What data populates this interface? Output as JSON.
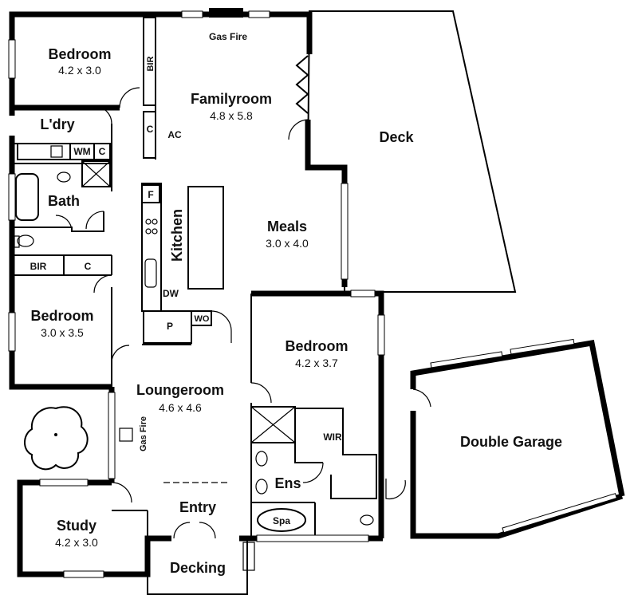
{
  "rooms": {
    "bedroom1": {
      "name": "Bedroom",
      "dims": "4.2 x 3.0"
    },
    "familyroom": {
      "name": "Familyroom",
      "dims": "4.8 x 5.8"
    },
    "laundry": {
      "name": "L'dry"
    },
    "bath": {
      "name": "Bath"
    },
    "kitchen": {
      "name": "Kitchen"
    },
    "meals": {
      "name": "Meals",
      "dims": "3.0 x 4.0"
    },
    "deck": {
      "name": "Deck"
    },
    "bedroom2": {
      "name": "Bedroom",
      "dims": "3.0 x 3.5"
    },
    "bedroom3": {
      "name": "Bedroom",
      "dims": "4.2 x 3.7"
    },
    "loungeroom": {
      "name": "Loungeroom",
      "dims": "4.6 x 4.6"
    },
    "double_garage": {
      "name": "Double Garage"
    },
    "study": {
      "name": "Study",
      "dims": "4.2 x 3.0"
    },
    "entry": {
      "name": "Entry"
    },
    "ensuite": {
      "name": "Ens"
    },
    "decking": {
      "name": "Decking"
    }
  },
  "fixtures": {
    "gas_fire_top": "Gas Fire",
    "gas_fire_lounge": "Gas Fire",
    "bir_top": "BIR",
    "bir_left": "BIR",
    "cupboard_c1": "C",
    "cupboard_c2": "C",
    "cupboard_c3": "C",
    "ac": "AC",
    "washing_machine": "WM",
    "fridge": "F",
    "dishwasher": "DW",
    "pantry": "P",
    "wall_oven": "WO",
    "wir": "WIR",
    "spa": "Spa"
  }
}
